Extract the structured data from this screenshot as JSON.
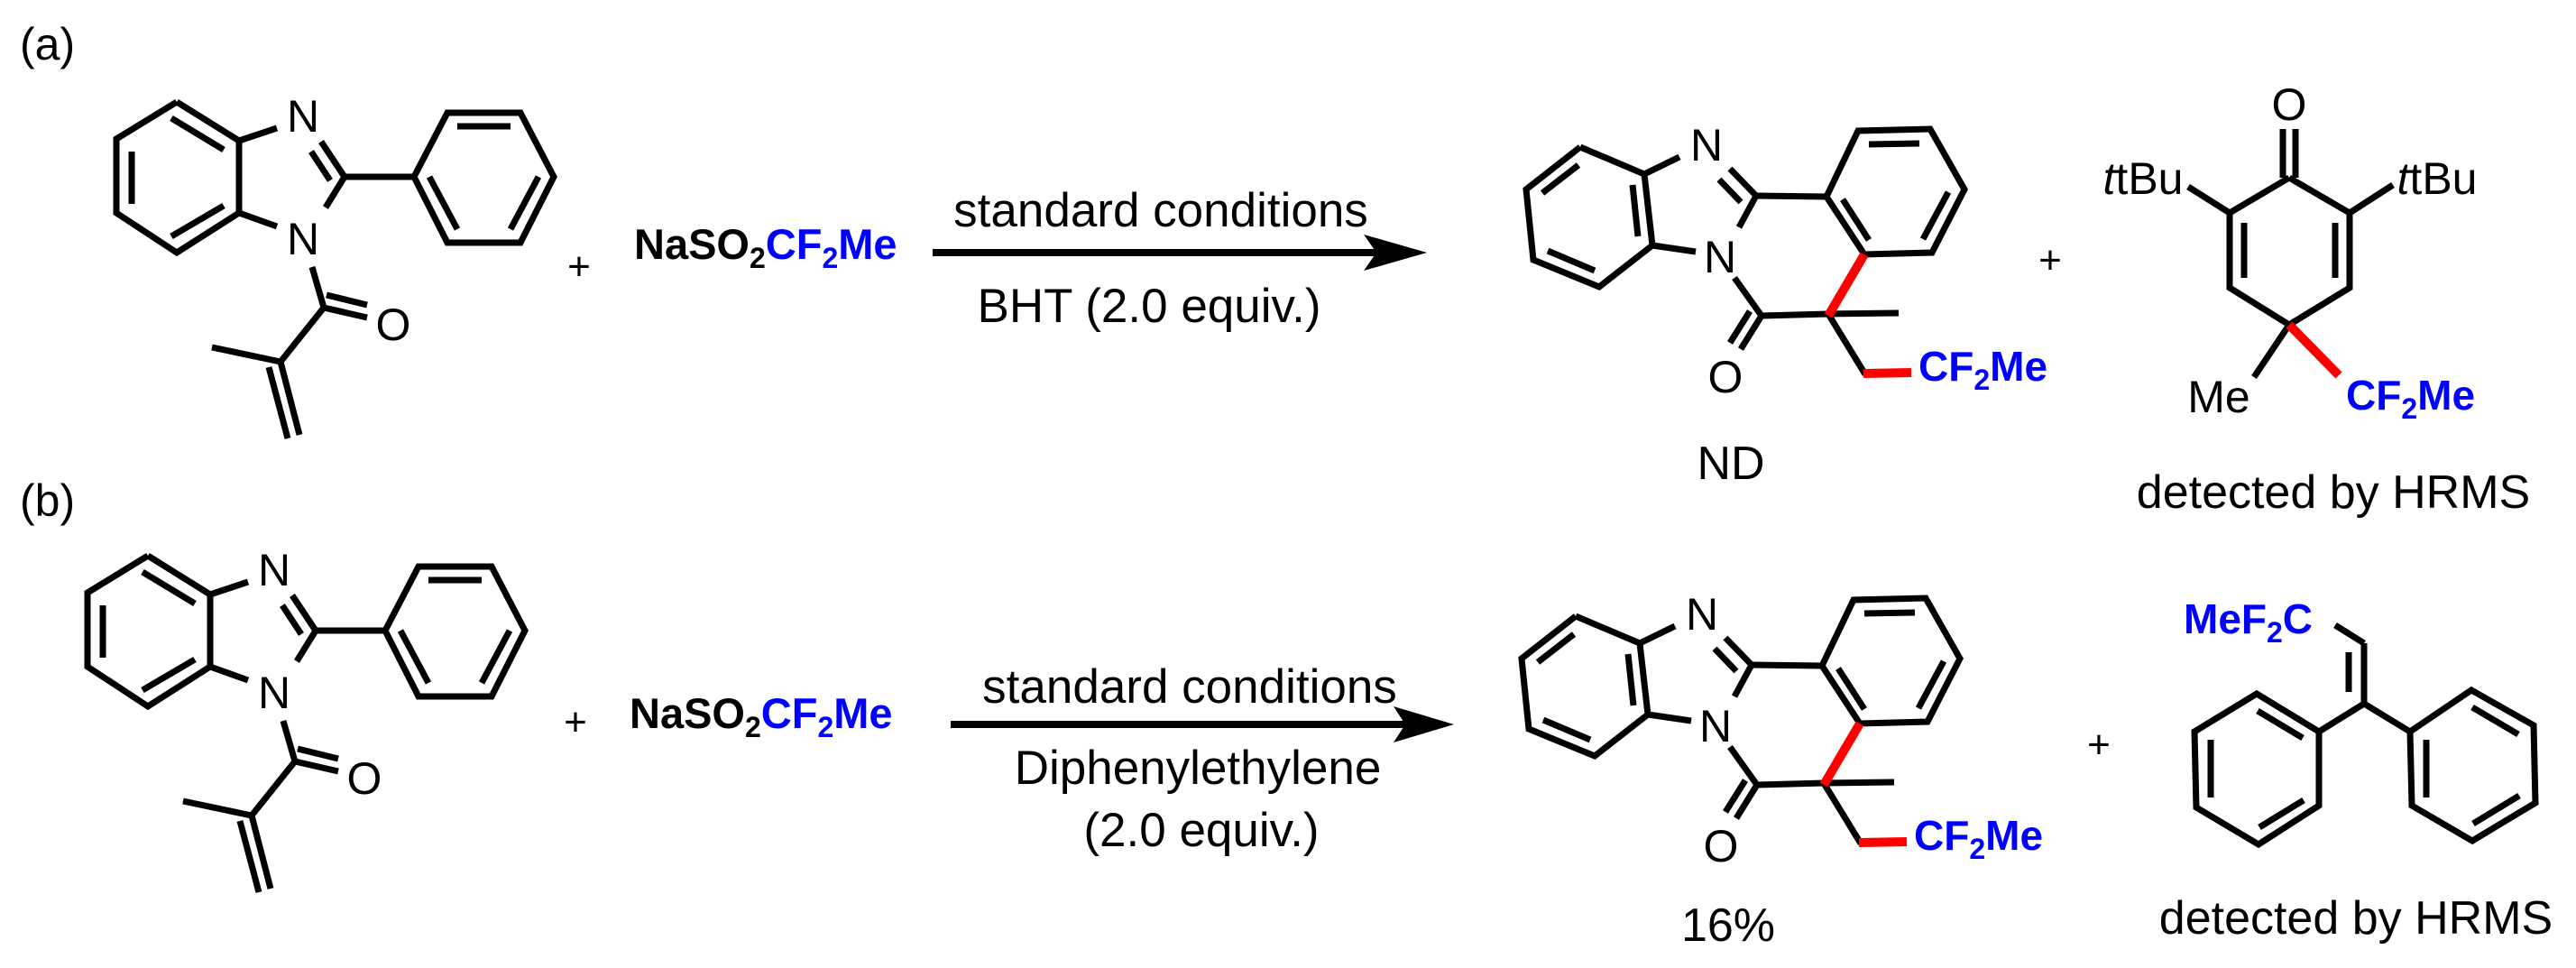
{
  "colors": {
    "highlight_group": "#0000ff",
    "new_bond": "#ff0000",
    "ink": "#000000"
  },
  "panels": [
    {
      "label": "(a)",
      "reagent": {
        "plus": "+",
        "prefix": "NaSO",
        "sub1": "2",
        "group_main": "CF",
        "sub2": "2",
        "group_tail": "Me"
      },
      "arrow": {
        "above": "standard conditions",
        "below": [
          "BHT (2.0 equiv.)"
        ]
      },
      "product": {
        "N_top": "N",
        "N_bottom": "N",
        "O": "O",
        "group_main": "CF",
        "sub": "2",
        "group_tail": "Me",
        "yield": "ND"
      },
      "plus": "+",
      "trap_adduct": {
        "O": "O",
        "left_sub": "tBu",
        "right_sub": "tBu",
        "me": "Me",
        "group_main": "CF",
        "sub": "2",
        "group_tail": "Me",
        "note": "detected by HRMS"
      }
    },
    {
      "label": "(b)",
      "reagent": {
        "plus": "+",
        "prefix": "NaSO",
        "sub1": "2",
        "group_main": "CF",
        "sub2": "2",
        "group_tail": "Me"
      },
      "arrow": {
        "above": "standard conditions",
        "below": [
          "Diphenylethylene",
          "(2.0 equiv.)"
        ]
      },
      "product": {
        "N_top": "N",
        "N_bottom": "N",
        "O": "O",
        "group_main": "CF",
        "sub": "2",
        "group_tail": "Me",
        "yield": "16%"
      },
      "plus": "+",
      "trap_adduct": {
        "group_head": "MeF",
        "sub": "2",
        "group_c": "C",
        "note": "detected by HRMS"
      }
    }
  ],
  "substrate": {
    "N_top": "N",
    "N_bottom": "N",
    "O": "O"
  }
}
